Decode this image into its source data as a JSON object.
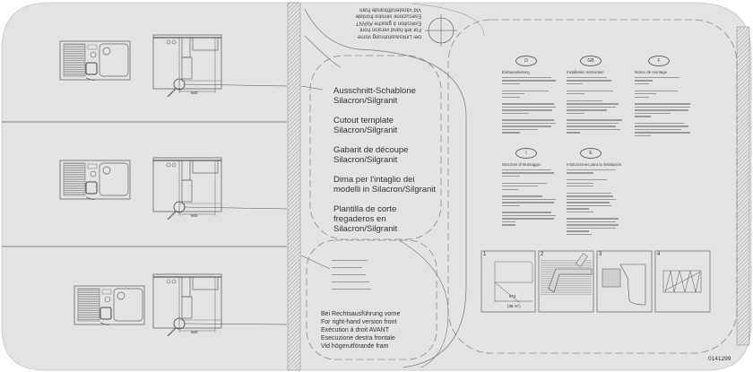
{
  "center_template": {
    "de": "Ausschnitt-Schablone\nSilacron/Silgranit",
    "de_1": "Ausschnitt-Schablone",
    "de_2": "Silacron/Silgranit",
    "en_1": "Cutout template",
    "en_2": "Silacron/Silgranit",
    "fr_1": "Gabarit de découpe",
    "fr_2": "Silacron/Silgranit",
    "it_1": "Dima per l'intaglio dei",
    "it_2": "modelli in Silacron/Silgranit",
    "es_1": "Plantilla de corte",
    "es_2": "fregaderos en",
    "es_3": "Silacron/Silgranit"
  },
  "left_version": [
    "Bei Linksausführung vorne",
    "For left-hand version front",
    "Exécution à gauche AVANT",
    "Esecuzione sinistra frontale",
    "Vid vänsterutförande fram"
  ],
  "right_version": [
    "Bei Rechtsausführung vorne",
    "For right-hand version front",
    "Exécution à droit AVANT",
    "Esecuzione destra frontale",
    "Vid högerutförande fram"
  ],
  "dimension_label": "600",
  "languages": [
    {
      "code": "D",
      "heading": "Einbauanleitung"
    },
    {
      "code": "GB",
      "heading": "Installation Instruction"
    },
    {
      "code": "F",
      "heading": "Notice de montage"
    },
    {
      "code": "I",
      "heading": "Istruzioni di Montaggio"
    },
    {
      "code": "E",
      "heading": "Instrucciones para la instalación"
    }
  ],
  "steps": [
    "1",
    "2",
    "3",
    "4"
  ],
  "step1_labels": {
    "width": "974",
    "width_in": "(38 ⅜\")"
  },
  "document_number": "0141299",
  "colors": {
    "sheet": "#e3e3e3",
    "line": "#555555",
    "dash": "#8a8a8a"
  }
}
